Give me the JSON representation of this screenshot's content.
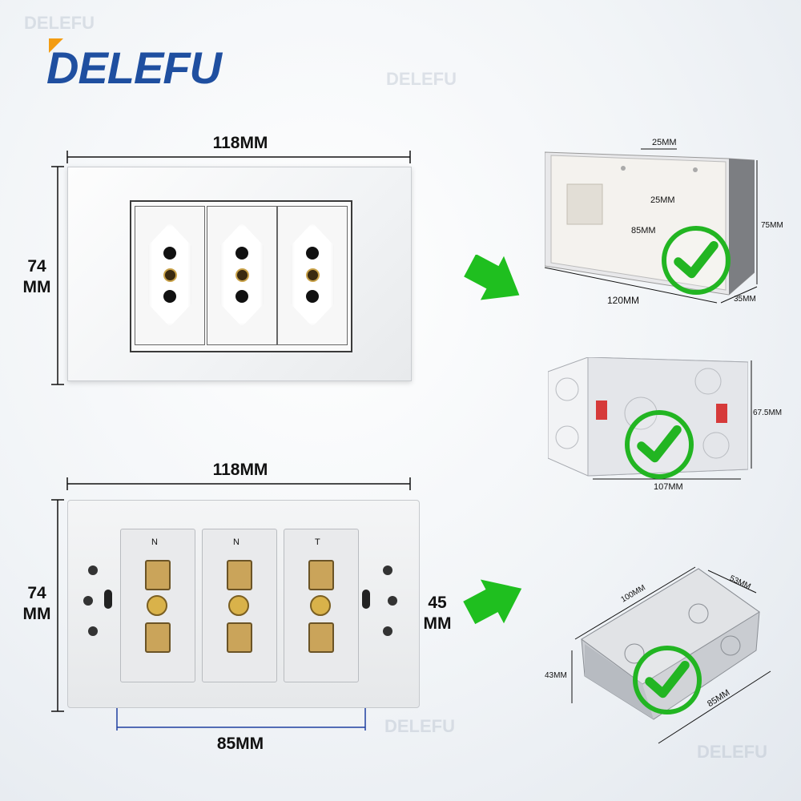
{
  "brand": {
    "logo": "DELEFU",
    "watermark": "DELEFU"
  },
  "front_panel": {
    "width_label": "118MM",
    "height_label_line1": "74",
    "height_label_line2": "MM",
    "socket_count": 3
  },
  "back_panel": {
    "width_label": "118MM",
    "height_label_line1": "74",
    "height_label_line2": "MM",
    "inner_height_line1": "45",
    "inner_height_line2": "MM",
    "hole_spacing_label": "85MM",
    "module_labels": [
      "N",
      "N",
      "T"
    ]
  },
  "box_plastic_rect": {
    "top_slot": "25MM",
    "inner_slot": "25MM",
    "inner_spacing": "85MM",
    "length": "120MM",
    "height": "75MM",
    "depth": "35MM"
  },
  "box_plastic_square": {
    "height": "67.5MM",
    "width": "107MM"
  },
  "box_metal": {
    "length_top": "100MM",
    "width": "53MM",
    "height": "43MM",
    "length_bottom": "85MM"
  },
  "colors": {
    "brand_blue": "#1f4fa0",
    "brand_orange": "#f39c12",
    "check_green": "#22b522",
    "arrow_green": "#1fbf1f"
  }
}
